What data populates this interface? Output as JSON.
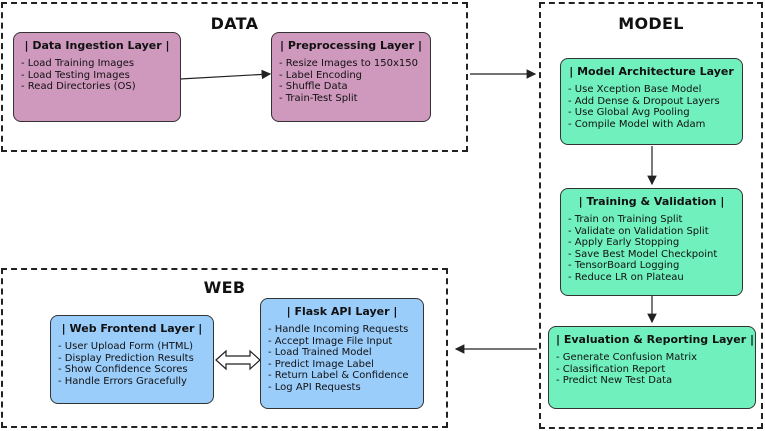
{
  "groups": {
    "data": {
      "title": "DATA"
    },
    "model": {
      "title": "MODEL"
    },
    "web": {
      "title": "WEB"
    }
  },
  "nodes": {
    "data_ingestion": {
      "title": "| Data Ingestion Layer |",
      "items": [
        "- Load Training Images",
        "- Load Testing Images",
        "- Read Directories (OS)"
      ]
    },
    "preprocessing": {
      "title": "| Preprocessing Layer |",
      "items": [
        "- Resize Images to 150x150",
        "- Label Encoding",
        "- Shuffle Data",
        "- Train-Test Split"
      ]
    },
    "model_arch": {
      "title": "| Model Architecture Layer",
      "items": [
        "- Use Xception Base Model",
        "- Add Dense & Dropout Layers",
        "- Use Global Avg Pooling",
        "- Compile Model with Adam"
      ]
    },
    "training": {
      "title": "| Training & Validation |",
      "items": [
        "- Train on Training Split",
        "- Validate on Validation Split",
        "- Apply Early Stopping",
        "- Save Best Model Checkpoint",
        "- TensorBoard Logging",
        "- Reduce LR on Plateau"
      ]
    },
    "evaluation": {
      "title": "| Evaluation & Reporting Layer |",
      "items": [
        "- Generate Confusion Matrix",
        "- Classification Report",
        "- Predict New Test Data"
      ]
    },
    "flask_api": {
      "title": "| Flask API Layer |",
      "items": [
        "- Handle Incoming Requests",
        "- Accept Image File Input",
        "- Load Trained Model",
        "- Predict Image Label",
        "- Return Label & Confidence",
        "- Log API Requests"
      ]
    },
    "web_frontend": {
      "title": "| Web Frontend Layer |",
      "items": [
        "- User Upload Form (HTML)",
        "- Display Prediction Results",
        "- Show Confidence Scores",
        "- Handle Errors Gracefully"
      ]
    }
  },
  "colors": {
    "data_fill": "#cf98bd",
    "model_fill": "#6ff0bd",
    "web_fill": "#9bcdfb",
    "border": "#333333"
  }
}
